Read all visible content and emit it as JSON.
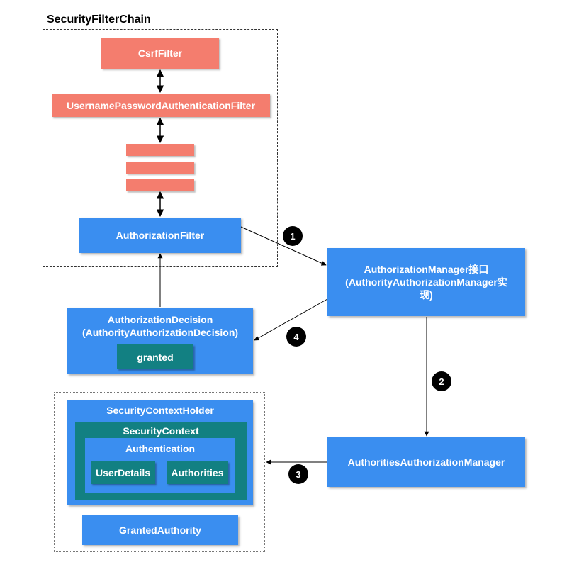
{
  "filter_chain": {
    "title": "SecurityFilterChain",
    "csrf_filter": "CsrfFilter",
    "username_filter": "UsernamePasswordAuthenticationFilter",
    "authorization_filter": "AuthorizationFilter"
  },
  "manager": {
    "line1": "AuthorizationManager接口",
    "line2": "(AuthorityAuthorizationManager实",
    "line3": "现)"
  },
  "decision": {
    "line1": "AuthorizationDecision",
    "line2": "(AuthorityAuthorizationDecision)",
    "granted": "granted"
  },
  "authorities_manager": "AuthoritiesAuthorizationManager",
  "context": {
    "holder": "SecurityContextHolder",
    "security_context": "SecurityContext",
    "authentication": "Authentication",
    "user_details": "UserDetails",
    "authorities": "Authorities",
    "granted_authority": "GrantedAuthority"
  },
  "steps": [
    "1",
    "2",
    "3",
    "4"
  ],
  "colors": {
    "filter": "#f47d6e",
    "component": "#3a8ef0",
    "inner": "#128082",
    "badge": "#000000"
  }
}
